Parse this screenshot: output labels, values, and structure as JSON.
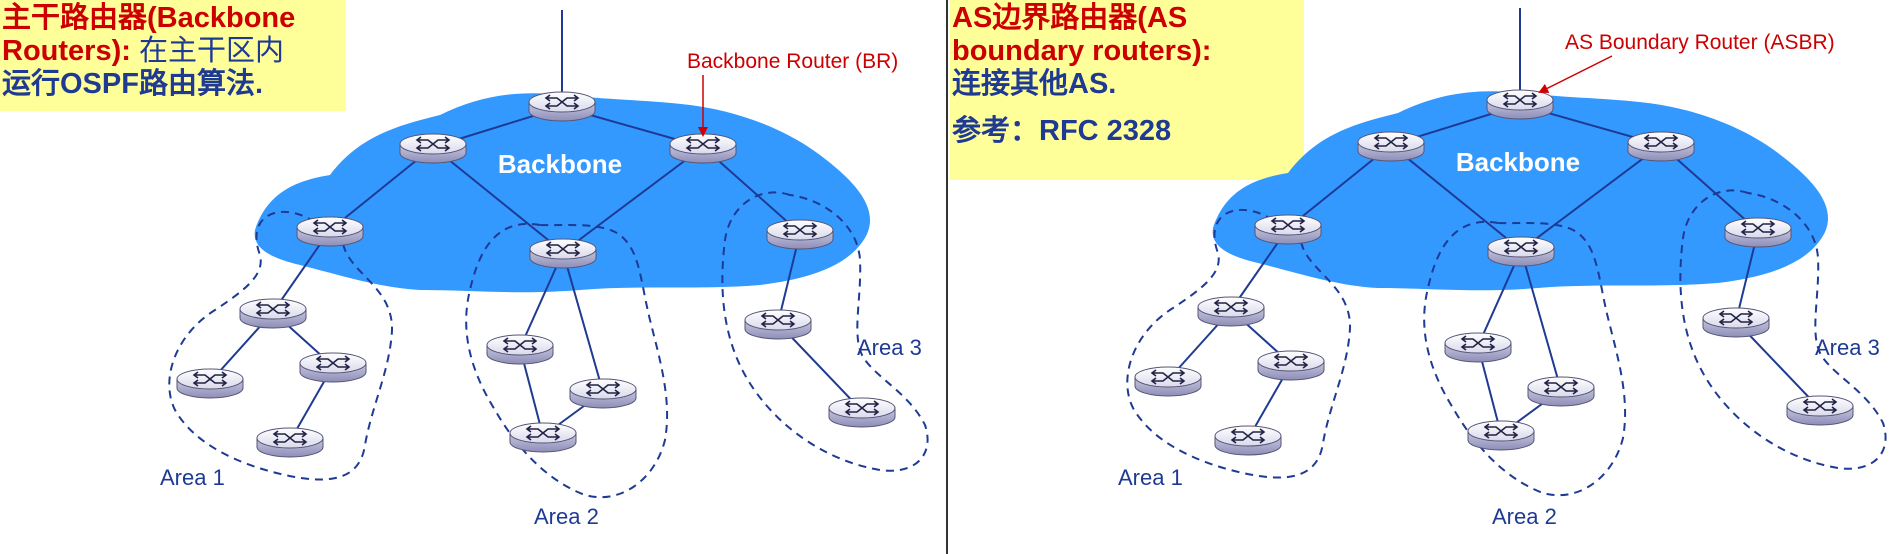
{
  "left_panel": {
    "note": {
      "line1_red": "主干路由器(Backbone",
      "line2_red": "Routers):",
      "line2_blue": " 在主干区内",
      "line3_blue": "运行OSPF路由算法."
    },
    "backbone_label": "Backbone",
    "router_callout": "Backbone Router (BR)",
    "areas": [
      "Area 1",
      "Area 2",
      "Area 3"
    ]
  },
  "right_panel": {
    "note": {
      "line1_red": "AS边界路由器(AS",
      "line2_red": "boundary routers):",
      "line3_blue": "连接其他AS.",
      "line4_blue": "参考：RFC 2328"
    },
    "backbone_label": "Backbone",
    "router_callout": "AS Boundary Router (ASBR)",
    "areas": [
      "Area 1",
      "Area 2",
      "Area 3"
    ]
  },
  "colors": {
    "backbone_fill": "#3399ff",
    "link": "#1f3a93",
    "area_outline": "#1f3a93",
    "callout": "#cc0000",
    "note_bg": "#ffff99"
  },
  "icons": {
    "router": "router-icon"
  }
}
